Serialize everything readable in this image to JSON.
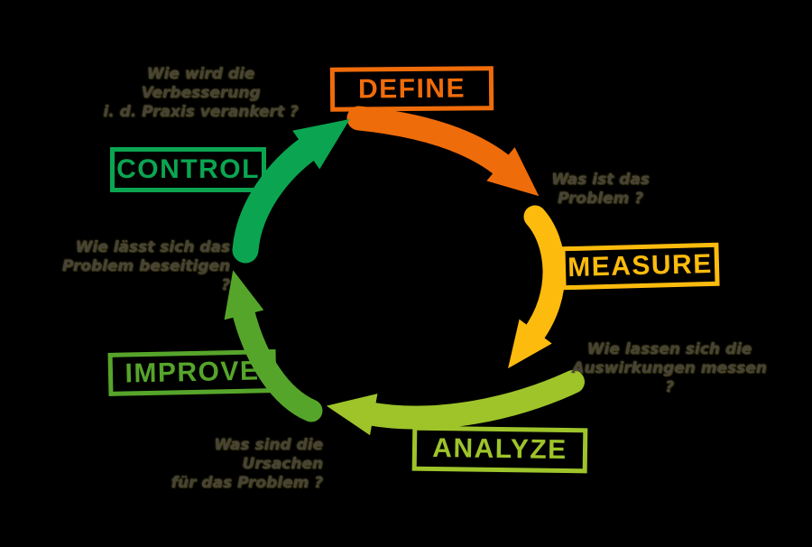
{
  "background": "#000000",
  "diagram": {
    "type": "cycle",
    "text_color": "#47433A",
    "stages": [
      {
        "id": "define",
        "label": "DEFINE",
        "color": "#EF6C0A"
      },
      {
        "id": "measure",
        "label": "MEASURE",
        "color": "#FCBB0D"
      },
      {
        "id": "analyze",
        "label": "ANALYZE",
        "color": "#9EC42A"
      },
      {
        "id": "improve",
        "label": "IMPROVE",
        "color": "#56A52B"
      },
      {
        "id": "control",
        "label": "CONTROL",
        "color": "#0BA551"
      }
    ],
    "annotations": [
      {
        "id": "define-question",
        "lines": [
          "Was ist das",
          "Problem ?"
        ]
      },
      {
        "id": "measure-question",
        "lines": [
          "Wie lassen sich die",
          "Auswirkungen messen ?"
        ]
      },
      {
        "id": "analyze-question",
        "lines": [
          "Was sind die Ursachen",
          "für das Problem ?"
        ]
      },
      {
        "id": "improve-question",
        "lines": [
          "Wie lässt sich das",
          "Problem beseitigen ?"
        ]
      },
      {
        "id": "control-question",
        "lines": [
          "Wie wird die Verbesserung",
          "i. d. Praxis verankert ?"
        ]
      }
    ]
  }
}
